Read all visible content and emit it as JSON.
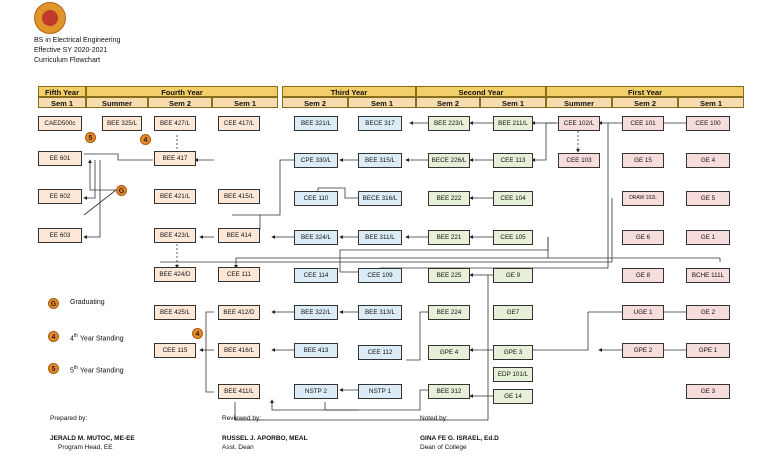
{
  "program": {
    "line1": "BS in Electrical Engineering",
    "line2": "Effective SY 2020-2021",
    "line3": "Curriculum Flowchart"
  },
  "years": {
    "fifth": "Fifth Year",
    "fourth": "Fourth Year",
    "third": "Third Year",
    "second": "Second Year",
    "first": "First Year"
  },
  "semesters": {
    "y5s1": "Sem 1",
    "y4summer": "Summer",
    "y4s2": "Sem 2",
    "y4s1": "Sem 1",
    "y3s2": "Sem 2",
    "y3s1": "Sem 1",
    "y2s2": "Sem 2",
    "y2s1": "Sem 1",
    "y1summer": "Summer",
    "y1s2": "Sem 2",
    "y1s1": "Sem 1"
  },
  "courses": {
    "fifth_sem1": [
      "CAED500c",
      "EE 601",
      "EE 602",
      "EE 603"
    ],
    "fourth_summer": [
      "BEE 325/L"
    ],
    "fourth_sem2": [
      "BEE 427/L",
      "BEE 417",
      "BEE 421/L",
      "BEE 423/L",
      "BEE 424/D",
      "BEE 425/L",
      "CEE 115"
    ],
    "fourth_sem1": [
      "CEE 417/L",
      "BEE 415/L",
      "BEE 414",
      "CEE 111",
      "BEE 412/D",
      "BEE 416/L",
      "BEE 411/L"
    ],
    "third_sem2": [
      "BEE 321/L",
      "CPE 330/L",
      "CEE 110",
      "BEE 324/L",
      "CEE 114",
      "BEE 322/L",
      "BEE 413",
      "NSTP 2"
    ],
    "third_sem1": [
      "BECE 317",
      "BEE 315/L",
      "BECE 316/L",
      "BEE 311/L",
      "CEE 109",
      "BEE 313/L",
      "CEE 112",
      "NSTP 1"
    ],
    "second_sem2": [
      "BEE 223/L",
      "BECE 226/L",
      "BEE 222",
      "BEE 221",
      "BEE 225",
      "BEE 224",
      "GPE 4",
      "BEE 312"
    ],
    "second_sem1": [
      "BEE 211/L",
      "CEE 113",
      "CEE 104",
      "CEE 105",
      "GE 9",
      "GE7",
      "GPE 3",
      "EDP 101/L",
      "GE 14"
    ],
    "first_summer": [
      "CEE 102/L",
      "CEE 103"
    ],
    "first_sem2": [
      "CEE 101",
      "GE 15",
      "DRAW 102L",
      "GE 6",
      "GE 8",
      "UGE 1",
      "GPE 2"
    ],
    "first_sem1": [
      "CEE 100",
      "GE 4",
      "GE 5",
      "GE 1",
      "BCHE 111L",
      "GE 2",
      "GPE 1",
      "GE 3"
    ]
  },
  "badges": {
    "graduating": "G",
    "fourth": "4",
    "fifth": "5"
  },
  "legend": {
    "graduating": "Graduating",
    "fourth_a": "4",
    "fourth_sup": "th",
    "fourth_b": " Year Standing",
    "fifth_a": "5",
    "fifth_sup": "th",
    "fifth_b": " Year Standing"
  },
  "signatories": {
    "prepared_label": "Prepared by:",
    "prepared_name": "JERALD M. MUTOC, ME-EE",
    "prepared_title": "Program Head, EE",
    "reviewed_label": "Reviewed by:",
    "reviewed_name": "RUSSEL J. APORBO, MEAL",
    "reviewed_title": "Asst. Dean",
    "noted_label": "Noted by:",
    "noted_name": "GINA FE G. ISRAEL, Ed.D",
    "noted_title": "Dean of College"
  },
  "colors": {
    "year_header": "#f3cf6a",
    "sem_header": "#f7dcb0",
    "fourth_fifth_year_box": "#fde8d8",
    "third_year_box": "#dcecf6",
    "second_year_box": "#e6efd8",
    "first_year_box": "#f7dcdc",
    "badge": "#e8892a"
  }
}
